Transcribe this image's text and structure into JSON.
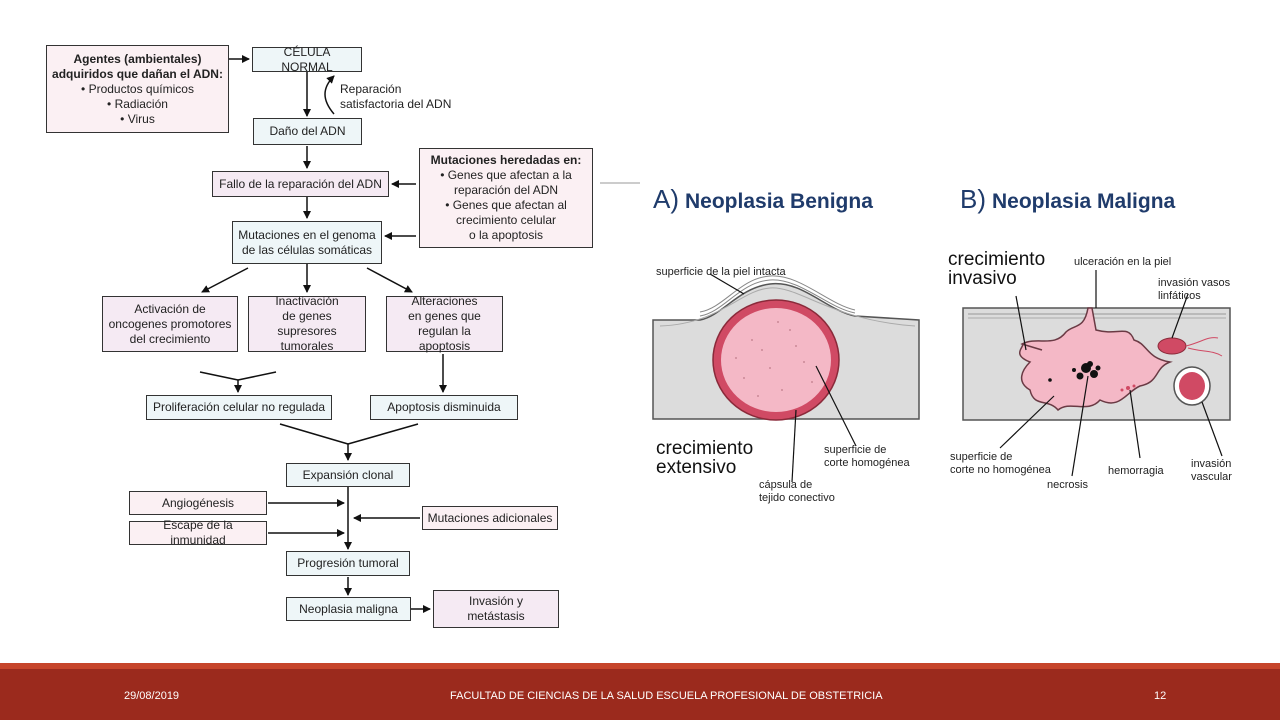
{
  "flowchart": {
    "agents": {
      "title_line1": "Agentes (ambientales)",
      "title_line2": "adquiridos que dañan el ADN:",
      "items": [
        "• Productos químicos",
        "• Radiación",
        "• Virus"
      ]
    },
    "normal_cell": "CÉLULA NORMAL",
    "repair_label_line1": "Reparación",
    "repair_label_line2": "satisfactoria del ADN",
    "dna_damage": "Daño del ADN",
    "repair_failure": "Fallo de la reparación del ADN",
    "inherited": {
      "title": "Mutaciones heredadas en:",
      "items": [
        "• Genes que afectan a la",
        "reparación del ADN",
        "• Genes que afectan al",
        "crecimiento celular",
        "o la apoptosis"
      ]
    },
    "somatic_mutations_line1": "Mutaciones en el genoma",
    "somatic_mutations_line2": "de las células somáticas",
    "oncogenes": [
      "Activación de",
      "oncogenes promotores",
      "del crecimiento"
    ],
    "suppressors": [
      "Inactivación",
      "de genes supresores",
      "tumorales"
    ],
    "apoptosis_genes": [
      "Alteraciones",
      "en genes que",
      "regulan la apoptosis"
    ],
    "proliferation": "Proliferación celular no regulada",
    "reduced_apoptosis": "Apoptosis disminuida",
    "clonal_expansion": "Expansión clonal",
    "angiogenesis": "Angiogénesis",
    "immune_escape": "Escape de la inmunidad",
    "additional_mutations": "Mutaciones adicionales",
    "tumor_progression": "Progresión tumoral",
    "malignant": "Neoplasia maligna",
    "invasion_line1": "Invasión y",
    "invasion_line2": "metástasis"
  },
  "benign": {
    "letter": "A)",
    "title": "Neoplasia Benigna",
    "skin_label": "superficie de la piel intacta",
    "growth_line1": "crecimiento",
    "growth_line2": "extensivo",
    "capsule_line1": "cápsula de",
    "capsule_line2": "tejido conectivo",
    "surface_line1": "superficie de",
    "surface_line2": "corte homogénea"
  },
  "malignant": {
    "letter": "B)",
    "title": "Neoplasia Maligna",
    "growth_line1": "crecimiento",
    "growth_line2": "invasivo",
    "ulcer_label": "ulceración en la piel",
    "lymph_line1": "invasión vasos",
    "lymph_line2": "linfáticos",
    "surface_line1": "superficie de",
    "surface_line2": "corte no homogénea",
    "necrosis": "necrosis",
    "hemorrhage": "hemorragia",
    "vascular_line1": "invasión",
    "vascular_line2": "vascular"
  },
  "footer": {
    "date": "29/08/2019",
    "institution": "FACULTAD DE CIENCIAS DE LA SALUD ESCUELA PROFESIONAL DE OBSTETRICIA",
    "page": "12"
  },
  "colors": {
    "footer_bg": "#9b2a1d",
    "footer_accent": "#c6452b",
    "title_blue": "#1f3b6b",
    "tumor_pink": "#f4b8c6",
    "capsule_red": "#d04a64"
  }
}
